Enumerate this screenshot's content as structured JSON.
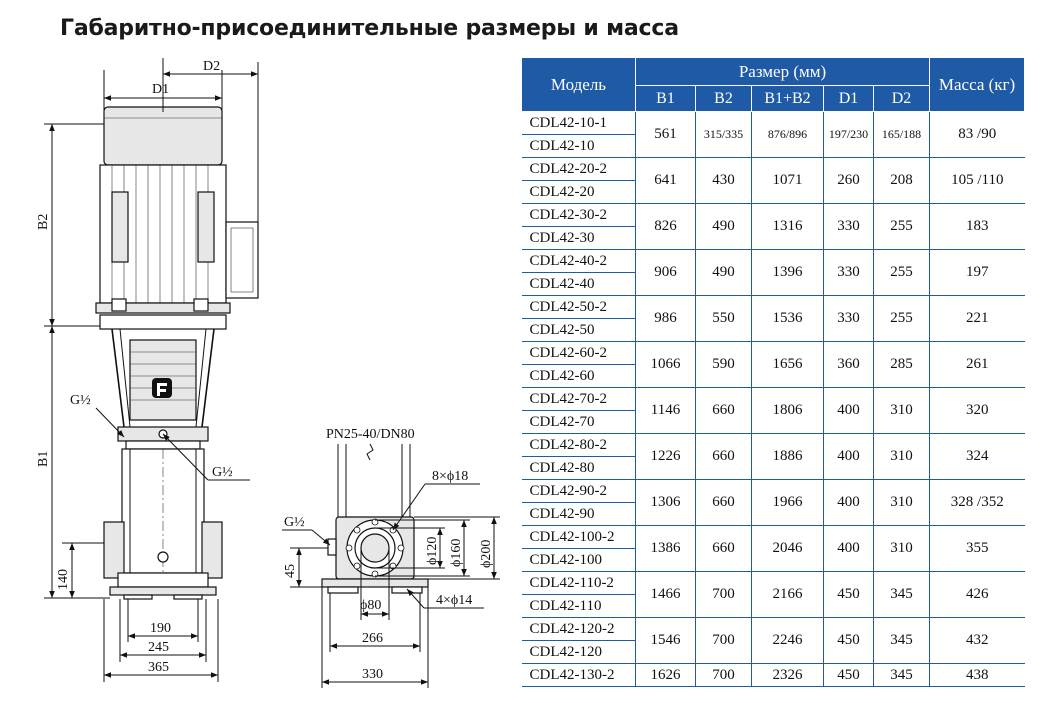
{
  "title": "Габаритно-присоединительные размеры и масса",
  "drawing": {
    "labels": {
      "d2": "D2",
      "d1": "D1",
      "b2": "B2",
      "b1": "B1",
      "g_left": "G½",
      "g_right": "G½",
      "h140": "140",
      "w190": "190",
      "w245": "245",
      "w365": "365",
      "flange": "PN25-40/DN80",
      "holes8": "8×ϕ18",
      "g_flange": "G½",
      "h45": "45",
      "d120": "ϕ120",
      "d160": "ϕ160",
      "d200": "ϕ200",
      "d80": "ϕ80",
      "holes4": "4×ϕ14",
      "w266": "266",
      "w330": "330"
    }
  },
  "table": {
    "header": {
      "model": "Модель",
      "size_group": "Размер (мм)",
      "mass": "Масса (кг)",
      "cols": [
        "B1",
        "B2",
        "B1+B2",
        "D1",
        "D2"
      ]
    },
    "groups": [
      {
        "models": [
          "CDL42-10-1",
          "CDL42-10"
        ],
        "b1": "561",
        "b2": "315/335",
        "b1b2": "876/896",
        "d1": "197/230",
        "d2": "165/188",
        "mass": "83 /90",
        "small": true
      },
      {
        "models": [
          "CDL42-20-2",
          "CDL42-20"
        ],
        "b1": "641",
        "b2": "430",
        "b1b2": "1071",
        "d1": "260",
        "d2": "208",
        "mass": "105 /110"
      },
      {
        "models": [
          "CDL42-30-2",
          "CDL42-30"
        ],
        "b1": "826",
        "b2": "490",
        "b1b2": "1316",
        "d1": "330",
        "d2": "255",
        "mass": "183"
      },
      {
        "models": [
          "CDL42-40-2",
          "CDL42-40"
        ],
        "b1": "906",
        "b2": "490",
        "b1b2": "1396",
        "d1": "330",
        "d2": "255",
        "mass": "197"
      },
      {
        "models": [
          "CDL42-50-2",
          "CDL42-50"
        ],
        "b1": "986",
        "b2": "550",
        "b1b2": "1536",
        "d1": "330",
        "d2": "255",
        "mass": "221"
      },
      {
        "models": [
          "CDL42-60-2",
          "CDL42-60"
        ],
        "b1": "1066",
        "b2": "590",
        "b1b2": "1656",
        "d1": "360",
        "d2": "285",
        "mass": "261"
      },
      {
        "models": [
          "CDL42-70-2",
          "CDL42-70"
        ],
        "b1": "1146",
        "b2": "660",
        "b1b2": "1806",
        "d1": "400",
        "d2": "310",
        "mass": "320"
      },
      {
        "models": [
          "CDL42-80-2",
          "CDL42-80"
        ],
        "b1": "1226",
        "b2": "660",
        "b1b2": "1886",
        "d1": "400",
        "d2": "310",
        "mass": "324"
      },
      {
        "models": [
          "CDL42-90-2",
          "CDL42-90"
        ],
        "b1": "1306",
        "b2": "660",
        "b1b2": "1966",
        "d1": "400",
        "d2": "310",
        "mass": "328 /352"
      },
      {
        "models": [
          "CDL42-100-2",
          "CDL42-100"
        ],
        "b1": "1386",
        "b2": "660",
        "b1b2": "2046",
        "d1": "400",
        "d2": "310",
        "mass": "355"
      },
      {
        "models": [
          "CDL42-110-2",
          "CDL42-110"
        ],
        "b1": "1466",
        "b2": "700",
        "b1b2": "2166",
        "d1": "450",
        "d2": "345",
        "mass": "426"
      },
      {
        "models": [
          "CDL42-120-2",
          "CDL42-120"
        ],
        "b1": "1546",
        "b2": "700",
        "b1b2": "2246",
        "d1": "450",
        "d2": "345",
        "mass": "432"
      },
      {
        "models": [
          "CDL42-130-2"
        ],
        "b1": "1626",
        "b2": "700",
        "b1b2": "2326",
        "d1": "450",
        "d2": "345",
        "mass": "438"
      }
    ]
  }
}
